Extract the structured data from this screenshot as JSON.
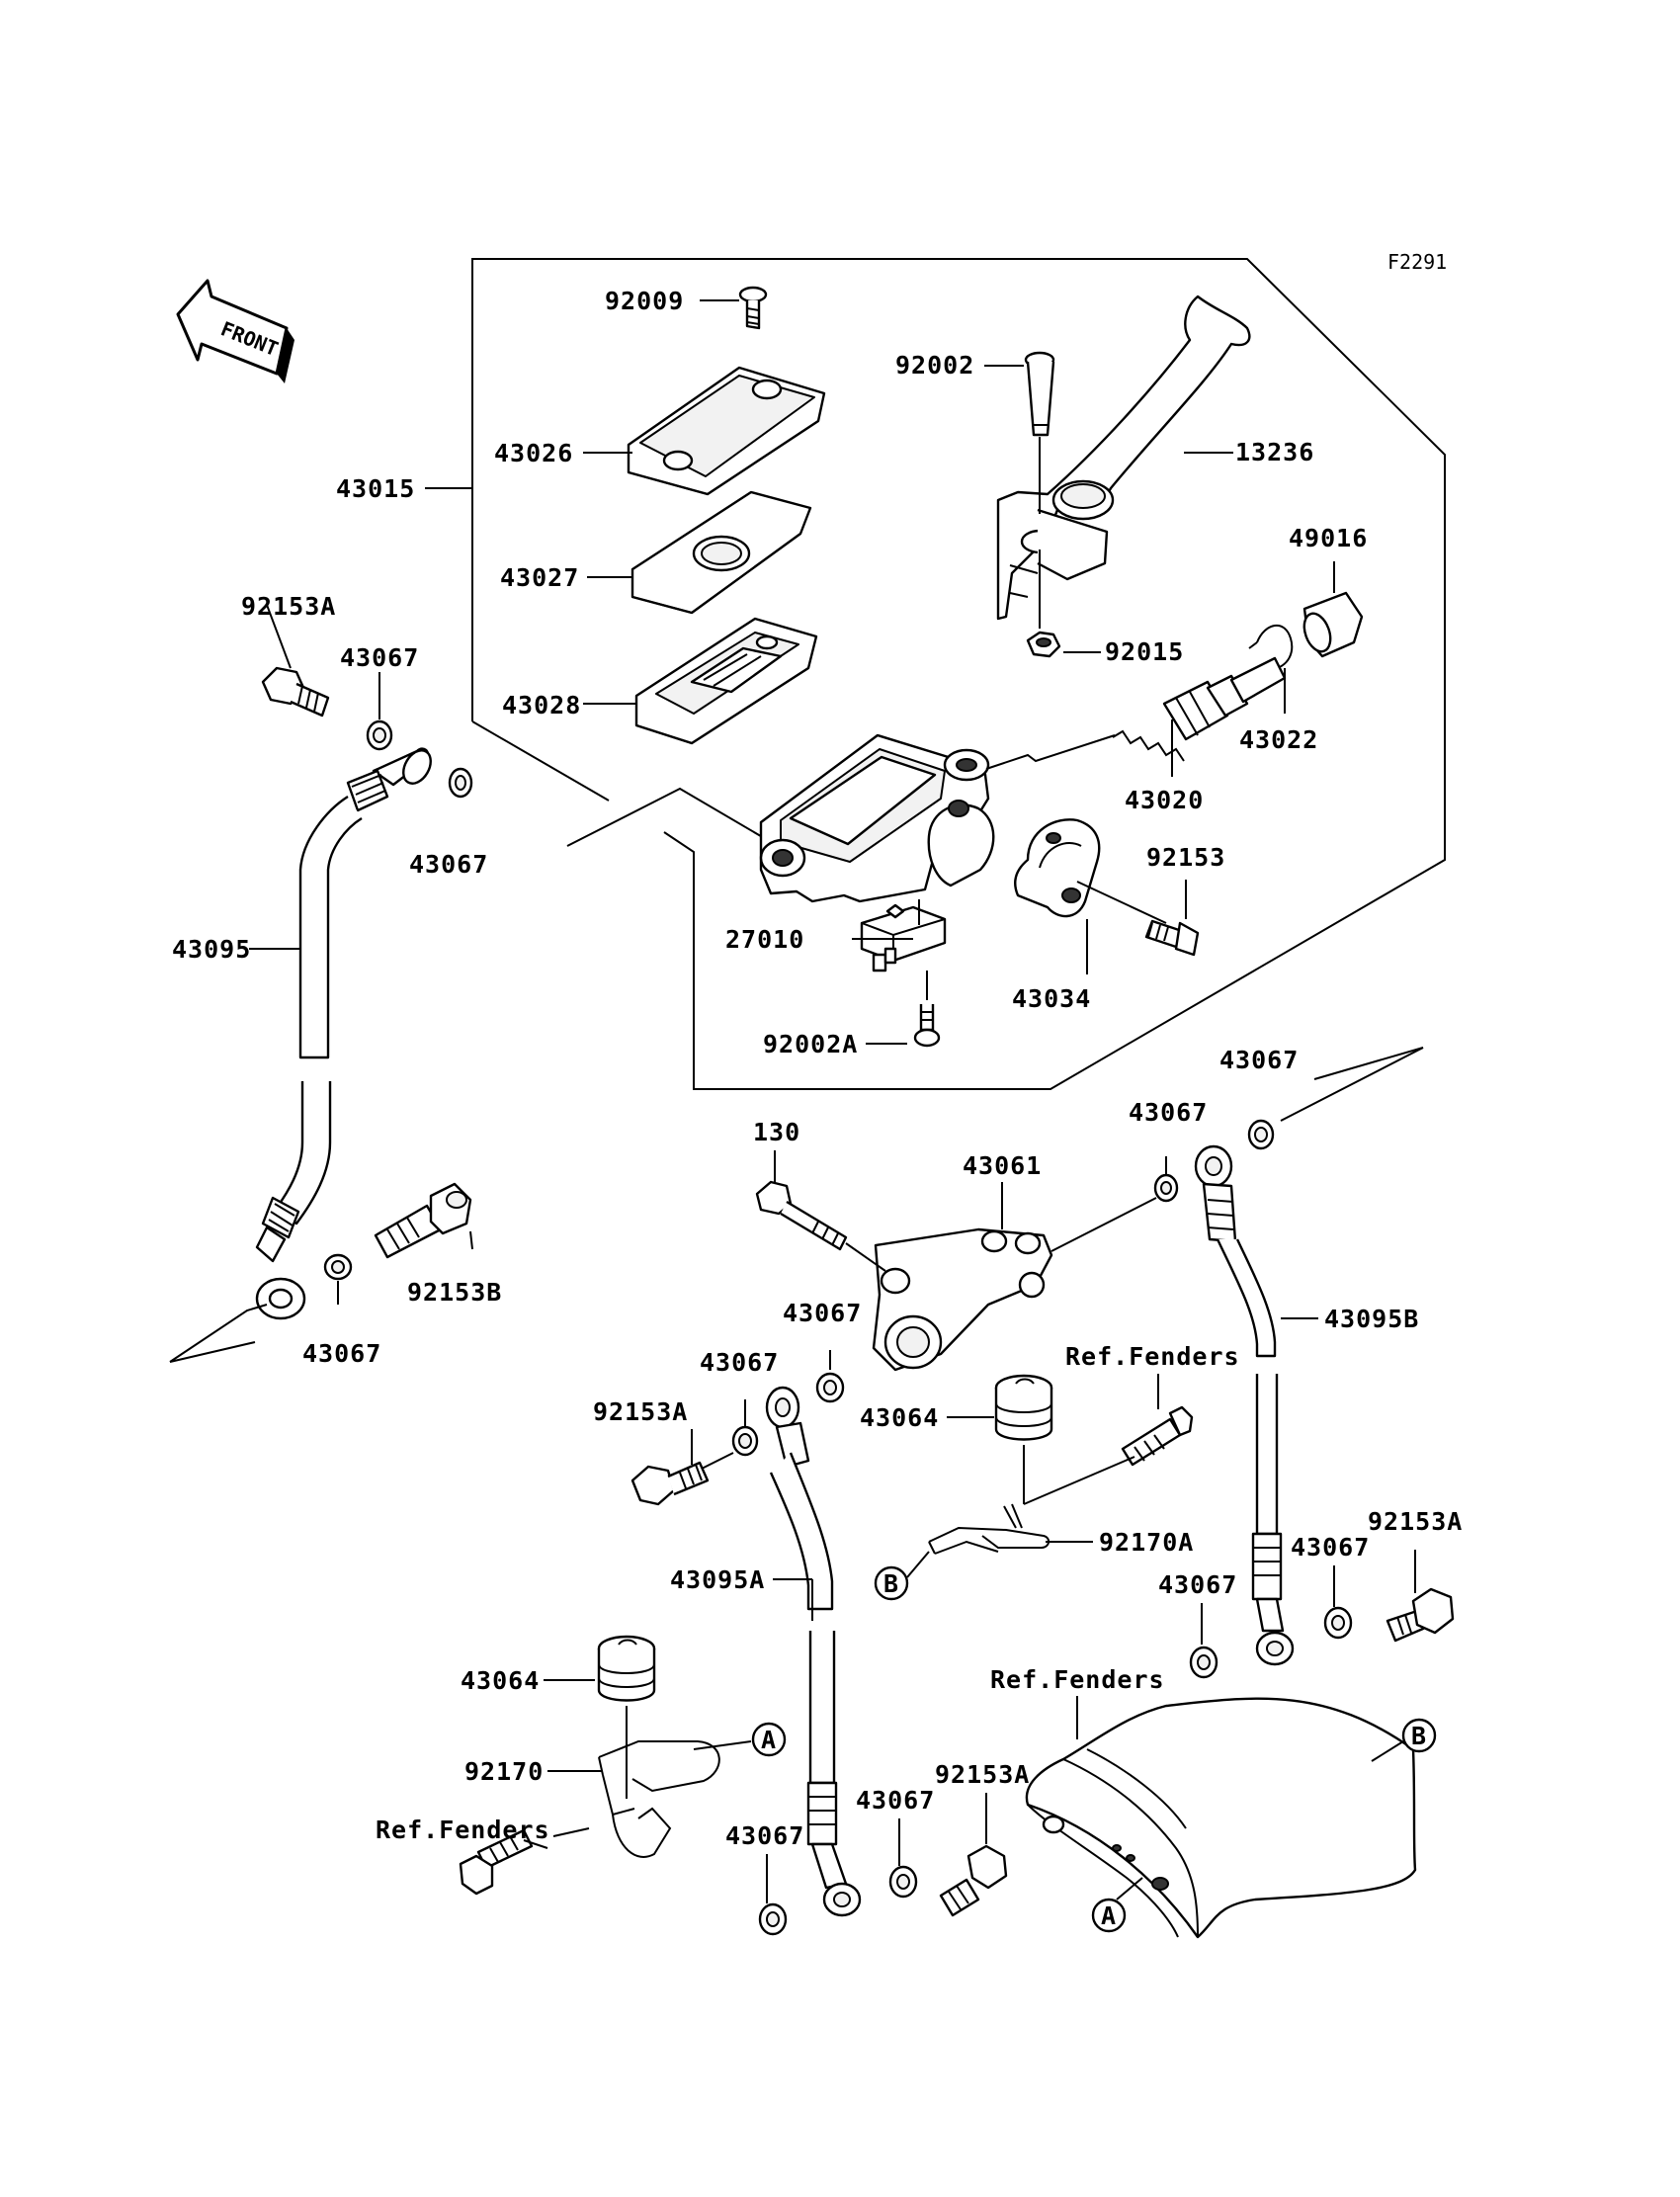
{
  "figure_code": "F2291",
  "front_label": "FRONT",
  "labels": {
    "p92009": "92009",
    "p92002": "92002",
    "p13236": "13236",
    "p43026": "43026",
    "p43015": "43015",
    "p43027": "43027",
    "p49016": "49016",
    "p92015": "92015",
    "p92153A_1": "92153A",
    "p43067_1": "43067",
    "p43028": "43028",
    "p43022": "43022",
    "p43020": "43020",
    "p43067_2": "43067",
    "p92153": "92153",
    "p43095": "43095",
    "p27010": "27010",
    "p43034": "43034",
    "p92002A": "92002A",
    "p43067_3": "43067",
    "p130": "130",
    "p43067_4": "43067",
    "p43061": "43061",
    "p92153B": "92153B",
    "p43067_5": "43067",
    "p43067_6": "43067",
    "p43095B": "43095B",
    "p43067_7": "43067",
    "ref_fenders_1": "Ref.Fenders",
    "p92153A_2": "92153A",
    "p43064_1": "43064",
    "p92170A": "92170A",
    "p92153A_3": "92153A",
    "p43067_8": "43067",
    "p43095A": "43095A",
    "p43067_9": "43067",
    "ref_fenders_2": "Ref.Fenders",
    "p43064_2": "43064",
    "p92170": "92170",
    "p92153A_4": "92153A",
    "p43067_10": "43067",
    "ref_fenders_3": "Ref.Fenders",
    "p43067_11": "43067"
  },
  "callouts": {
    "A": "A",
    "B": "B"
  }
}
